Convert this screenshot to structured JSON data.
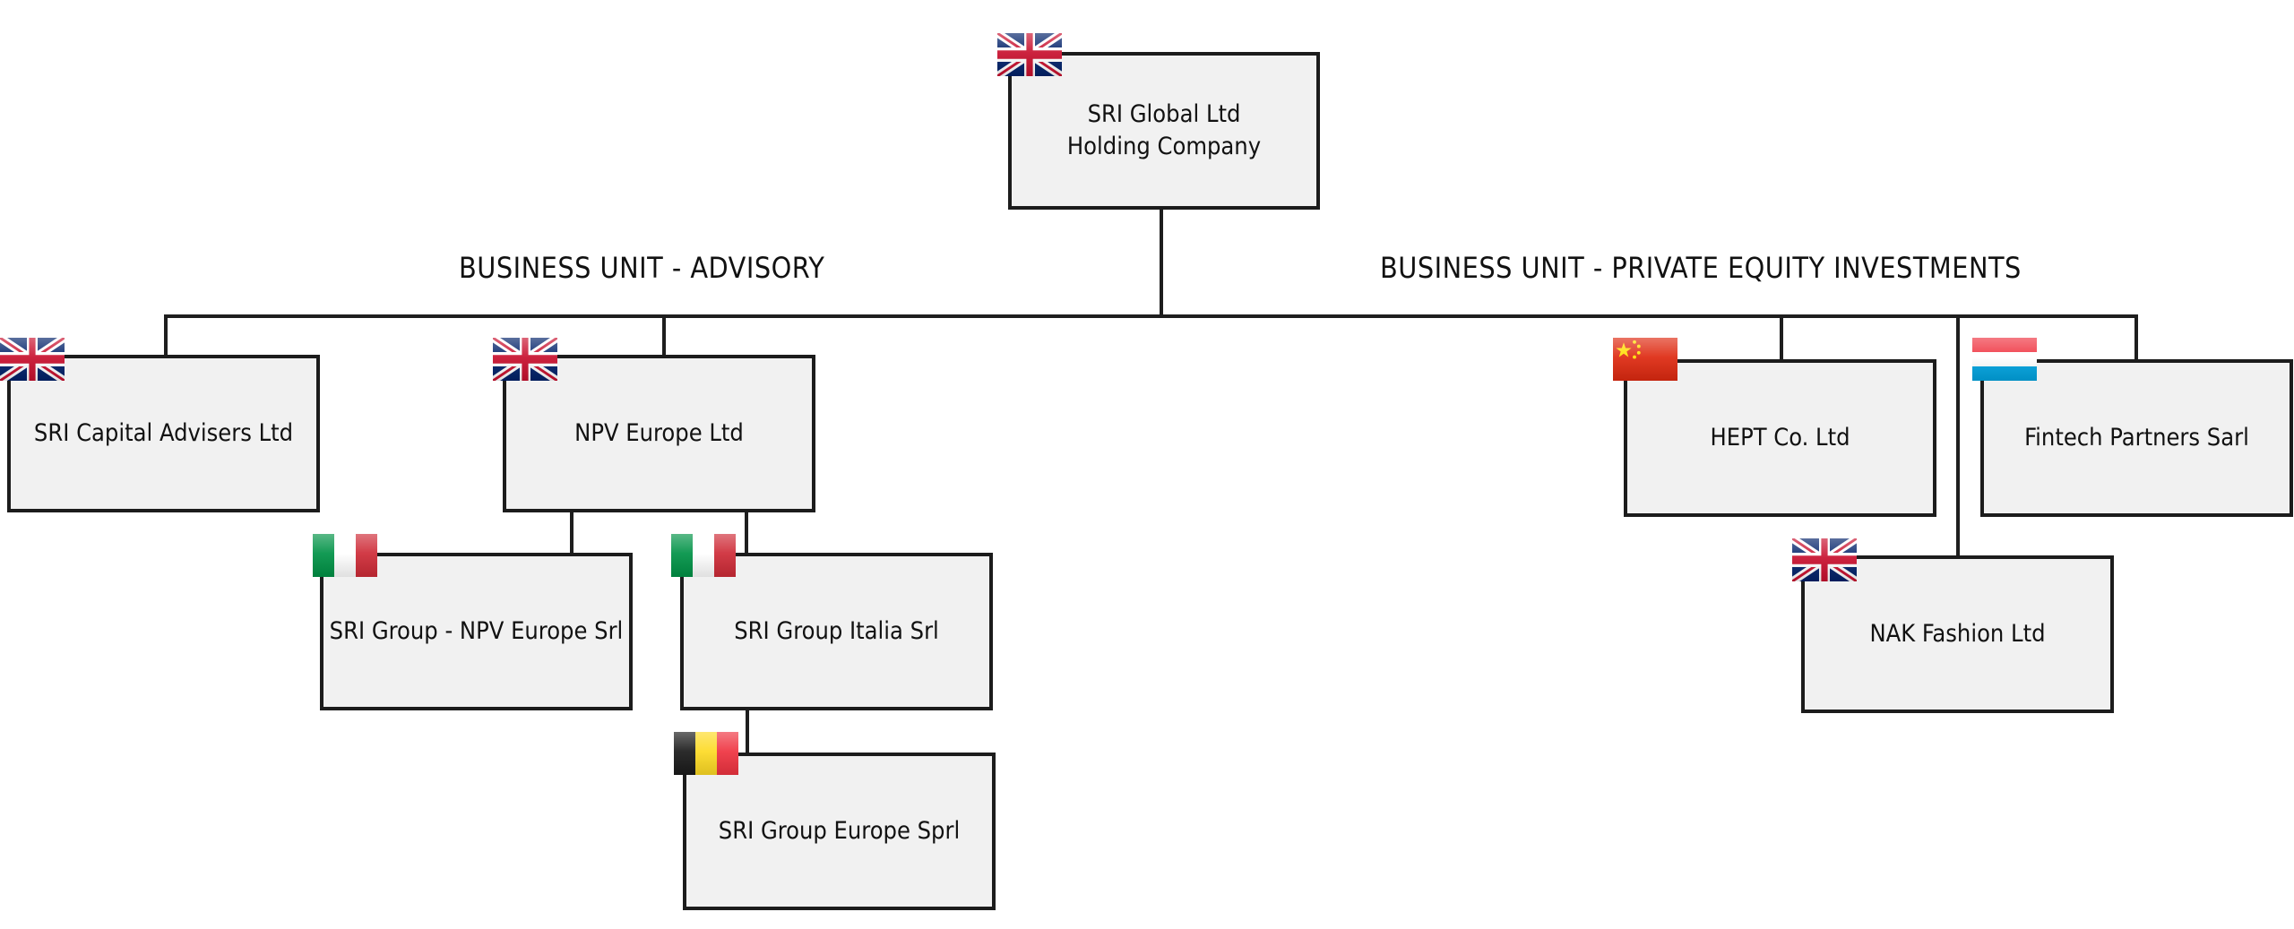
{
  "units": {
    "advisory": "BUSINESS UNIT - ADVISORY",
    "pe": "BUSINESS UNIT - PRIVATE EQUITY INVESTMENTS"
  },
  "nodes": {
    "global": {
      "line1": "SRI Global Ltd",
      "line2": "Holding Company",
      "flag": "uk-flag"
    },
    "capital": {
      "label": "SRI Capital Advisers Ltd",
      "flag": "uk-flag"
    },
    "npv": {
      "label": "NPV Europe Ltd",
      "flag": "uk-flag"
    },
    "npv_srl": {
      "label": "SRI Group - NPV Europe Srl",
      "flag": "italy-flag"
    },
    "italia": {
      "label": "SRI Group Italia Srl",
      "flag": "italy-flag"
    },
    "europe_sprl": {
      "label": "SRI Group Europe Sprl",
      "flag": "belgium-flag"
    },
    "hept": {
      "label": "HEPT Co. Ltd",
      "flag": "china-flag"
    },
    "fintech": {
      "label": "Fintech Partners Sarl",
      "flag": "luxembourg-flag"
    },
    "nak": {
      "label": "NAK Fashion Ltd",
      "flag": "uk-flag"
    }
  },
  "colors": {
    "box_fill": "#f1f1f1",
    "border": "#1c1c1c",
    "connector": "#1e1e1e"
  }
}
